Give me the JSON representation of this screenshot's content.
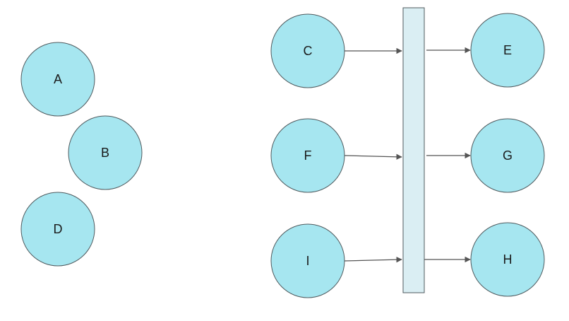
{
  "colors": {
    "node_fill": "#a6e6f0",
    "bar_fill": "#daeef3",
    "arrow": "#555555"
  },
  "nodes": {
    "a": "A",
    "b": "B",
    "d": "D",
    "c": "C",
    "f": "F",
    "i": "I",
    "e": "E",
    "g": "G",
    "h": "H"
  }
}
